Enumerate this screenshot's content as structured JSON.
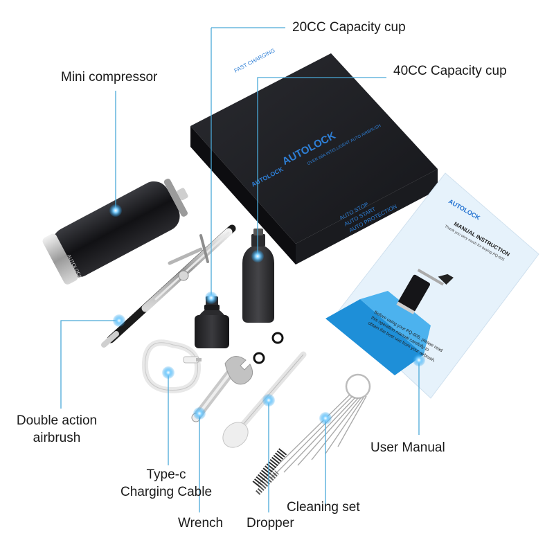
{
  "labels": {
    "cup20": "20CC Capacity cup",
    "cup40": "40CC Capacity cup",
    "compressor": "Mini compressor",
    "airbrush_line1": "Double action",
    "airbrush_line2": "airbrush",
    "cable_line1": "Type-c",
    "cable_line2": "Charging Cable",
    "wrench": "Wrench",
    "dropper": "Dropper",
    "cleaning": "Cleaning set",
    "manual": "User Manual"
  },
  "box": {
    "fast_charging": "FAST CHARGING",
    "brand": "AUTOLOCK",
    "tagline": "OVER 68A INTELLIGENT AUTO AIRBRUSH",
    "brand_small": "AUTOLOCK",
    "feature1": "AUTO STOP",
    "feature2": "AUTO START",
    "feature3": "AUTO PROTECTION"
  },
  "compressor_brand": "AUTOLOCK",
  "manual_sheet": {
    "brand": "AUTOLOCK",
    "title": "MANUAL INSTRUCTION",
    "subtitle": "Thank you very much for buying PQ-605",
    "body1": "Before using your PQ-605, please read",
    "body2": "this operation manual carefully to",
    "body3": "obtain the best use from your airbrush."
  },
  "colors": {
    "accent": "#1e9be9",
    "leader": "#4aa9d8",
    "box": "#1f2024",
    "box_text": "#2e7fd6"
  }
}
